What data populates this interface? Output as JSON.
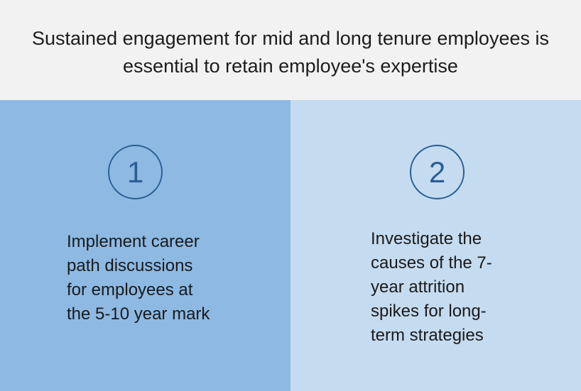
{
  "header": {
    "title": "Sustained engagement for mid and long tenure employees is\nessential to retain employee's expertise"
  },
  "steps": [
    {
      "number": "1",
      "text": "Implement career\npath discussions\nfor employees at\nthe 5-10 year mark"
    },
    {
      "number": "2",
      "text": "Investigate the\ncauses of the 7-\nyear attrition\nspikes for long-\nterm strategies"
    }
  ],
  "colors": {
    "header_bg": "#f2f2f2",
    "left_panel": "#8eb9e2",
    "right_panel": "#c5dbf0",
    "accent": "#2a5f95"
  }
}
